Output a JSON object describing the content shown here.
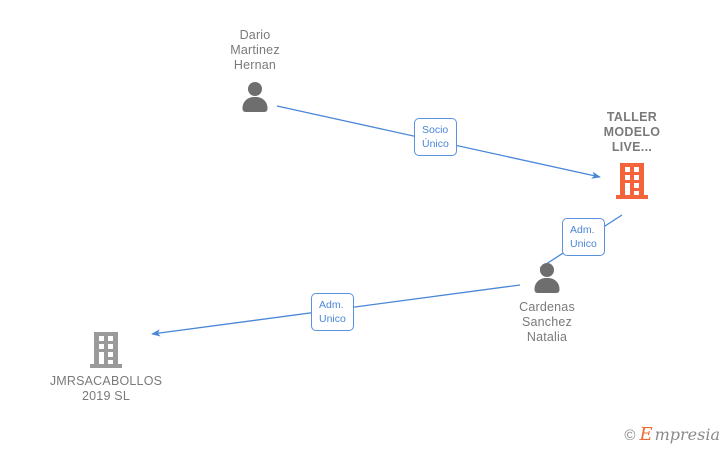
{
  "diagram": {
    "type": "corporate-relationship-graph",
    "background_color": "#ffffff",
    "edge_color": "#4a86d8",
    "person_color": "#6e6e6e",
    "company_highlight_color": "#f4643c",
    "company_color": "#9a9a9a",
    "nodes": [
      {
        "id": "dario",
        "kind": "person",
        "label": "Dario\nMartinez\nHernan",
        "icon": "person-icon"
      },
      {
        "id": "taller",
        "kind": "company",
        "label": "TALLER\nMODELO\nLIVE...",
        "icon": "building-icon",
        "highlighted": true
      },
      {
        "id": "cardenas",
        "kind": "person",
        "label": "Cardenas\nSanchez\nNatalia",
        "icon": "person-icon"
      },
      {
        "id": "jmrsacabollos",
        "kind": "company",
        "label": "JMRSACABOLLOS\n2019  SL",
        "icon": "building-icon",
        "highlighted": false
      }
    ],
    "edges": [
      {
        "id": "edge-dario-taller",
        "from": "dario",
        "to": "taller",
        "label": "Socio\nÚnico"
      },
      {
        "id": "edge-cardenas-taller",
        "from": "cardenas",
        "to": "taller",
        "label": "Adm.\nUnico"
      },
      {
        "id": "edge-cardenas-jmrsacabollos",
        "from": "cardenas",
        "to": "jmrsacabollos",
        "label": "Adm.\nUnico"
      }
    ]
  },
  "watermark": {
    "copyright": "©",
    "brand_initial": "E",
    "brand_rest": "mpresia"
  }
}
